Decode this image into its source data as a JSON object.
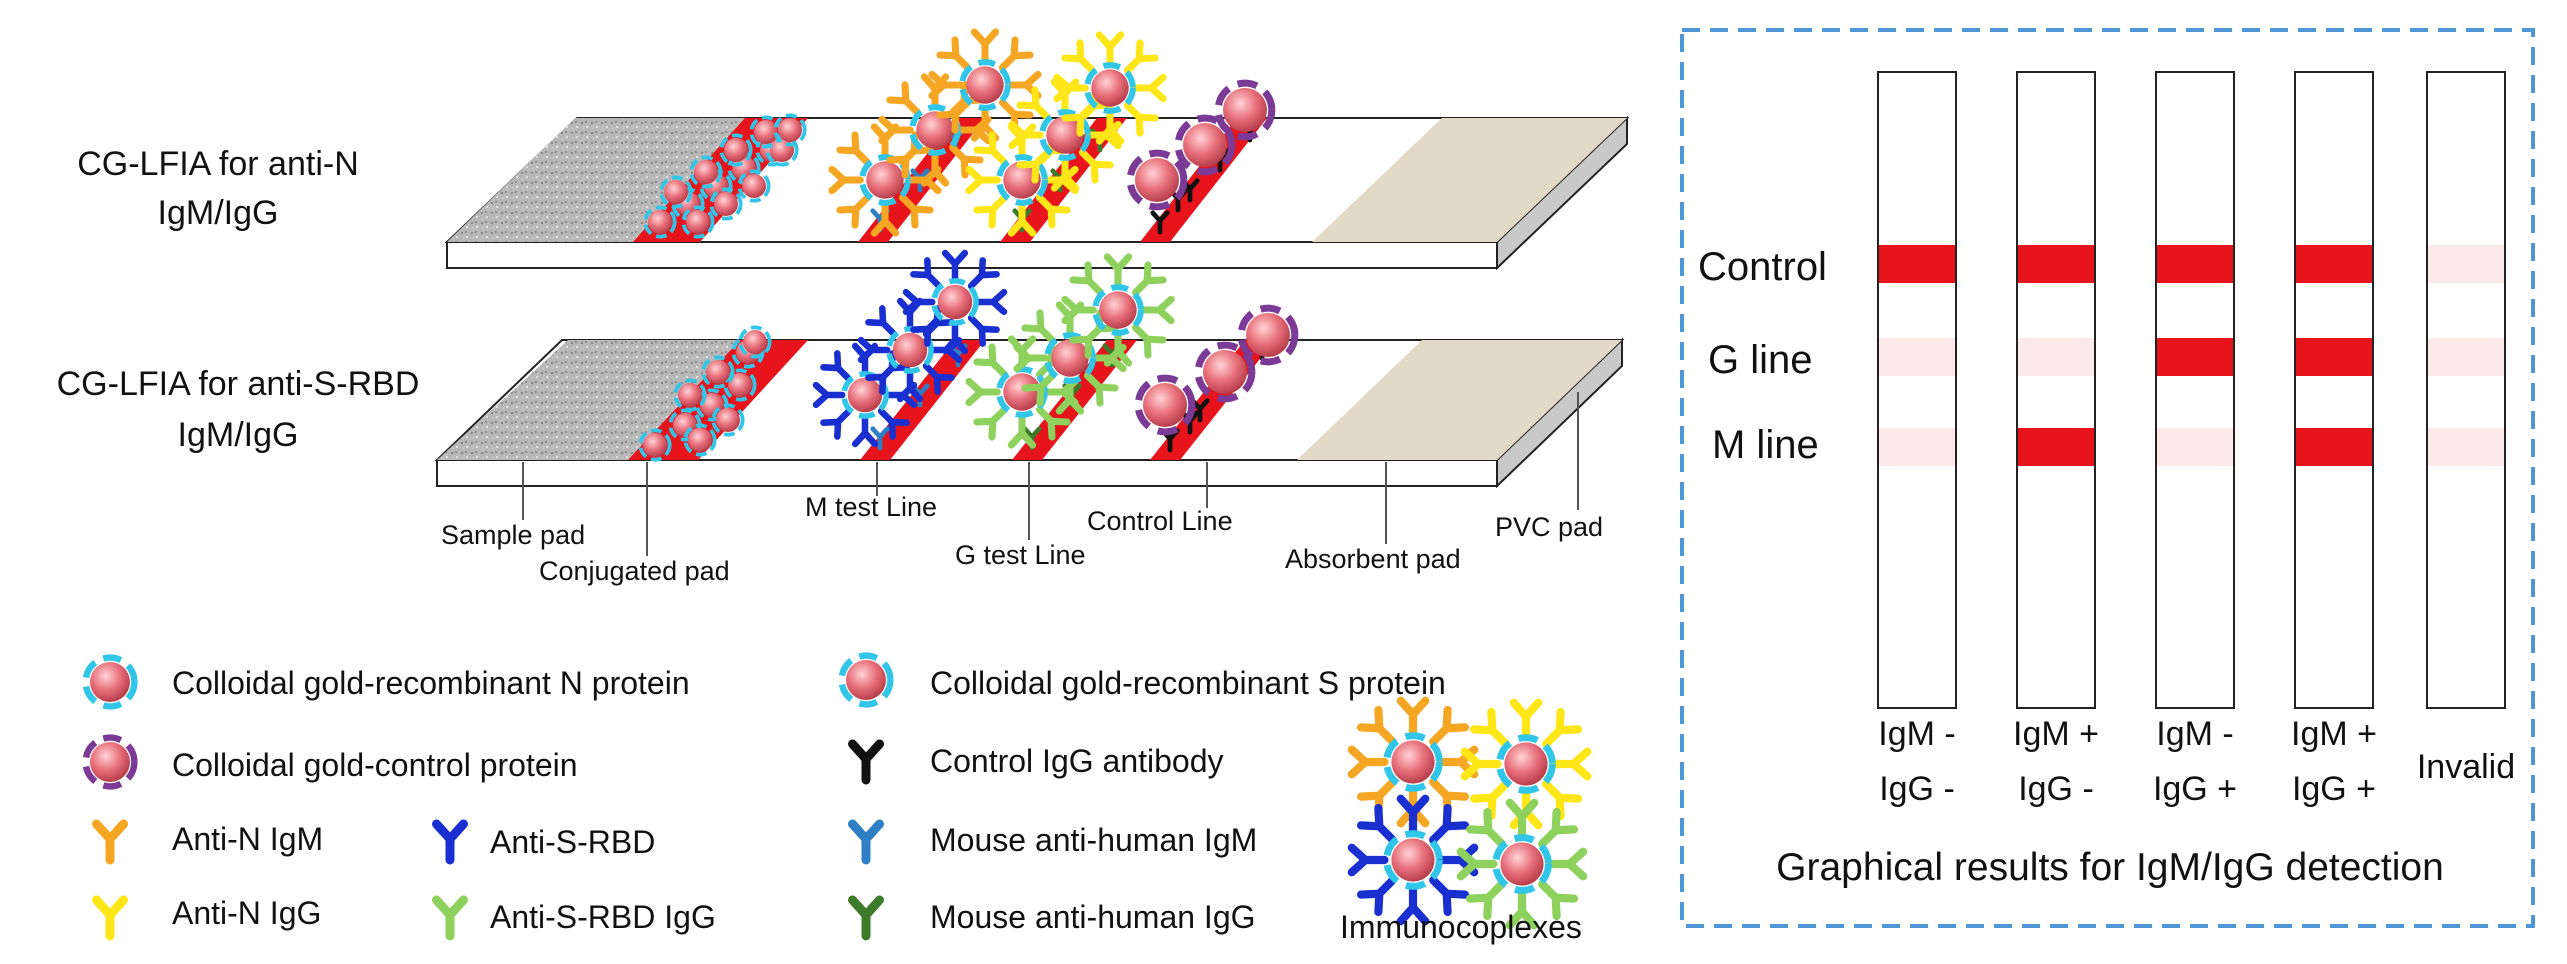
{
  "strips": {
    "anti_n_title_1": "CG-LFIA for anti-N",
    "anti_n_title_2": "IgM/IgG",
    "anti_s_title_1": "CG-LFIA for anti-S-RBD",
    "anti_s_title_2": "IgM/IgG",
    "labels": {
      "sample_pad": "Sample pad",
      "conjugated_pad": "Conjugated pad",
      "m_test_line": "M test Line",
      "g_test_line": "G test Line",
      "control_line": "Control Line",
      "absorbent_pad": "Absorbent pad",
      "pvc_pad": "PVC pad"
    }
  },
  "legend": {
    "gold_n": "Colloidal gold-recombinant N protein",
    "gold_s": "Colloidal gold-recombinant S protein",
    "gold_control": "Colloidal gold-control protein",
    "control_igg": "Control IgG antibody",
    "anti_n_igm": "Anti-N IgM",
    "anti_s_rbd": "Anti-S-RBD",
    "mouse_igm": "Mouse anti-human IgM",
    "anti_n_igg": "Anti-N IgG",
    "anti_s_rbd_igg": "Anti-S-RBD IgG",
    "mouse_igg": "Mouse anti-human IgG",
    "immunocomplexes": "Immunocoplexes"
  },
  "results": {
    "row_control": "Control",
    "row_g": "G line",
    "row_m": "M line",
    "caption": "Graphical results for IgM/IgG detection",
    "strips": [
      {
        "line1": "IgM -",
        "line2": "IgG -",
        "control": true,
        "g": false,
        "m": false
      },
      {
        "line1": "IgM +",
        "line2": "IgG -",
        "control": true,
        "g": false,
        "m": true
      },
      {
        "line1": "IgM -",
        "line2": "IgG +",
        "control": true,
        "g": true,
        "m": false
      },
      {
        "line1": "IgM +",
        "line2": "IgG +",
        "control": true,
        "g": true,
        "m": true
      },
      {
        "line1": "Invalid",
        "line2": "",
        "control": false,
        "g": false,
        "m": false
      }
    ]
  },
  "colors": {
    "red_line": "#e8141c",
    "faint_line": "#fde8ea",
    "dash_border": "#4f97d6",
    "anti_n_igm": "#f5a623",
    "anti_n_igg": "#ffe619",
    "anti_s_rbd": "#1a2fd0",
    "anti_s_rbd_igg": "#8ed15c",
    "mouse_igm": "#2f7fc4",
    "mouse_igg": "#3d7a2a",
    "control_ab": "#111111",
    "gold_core": "#e26d78",
    "cyan_halo": "#31c6e8",
    "purple_halo": "#7b3a95"
  }
}
